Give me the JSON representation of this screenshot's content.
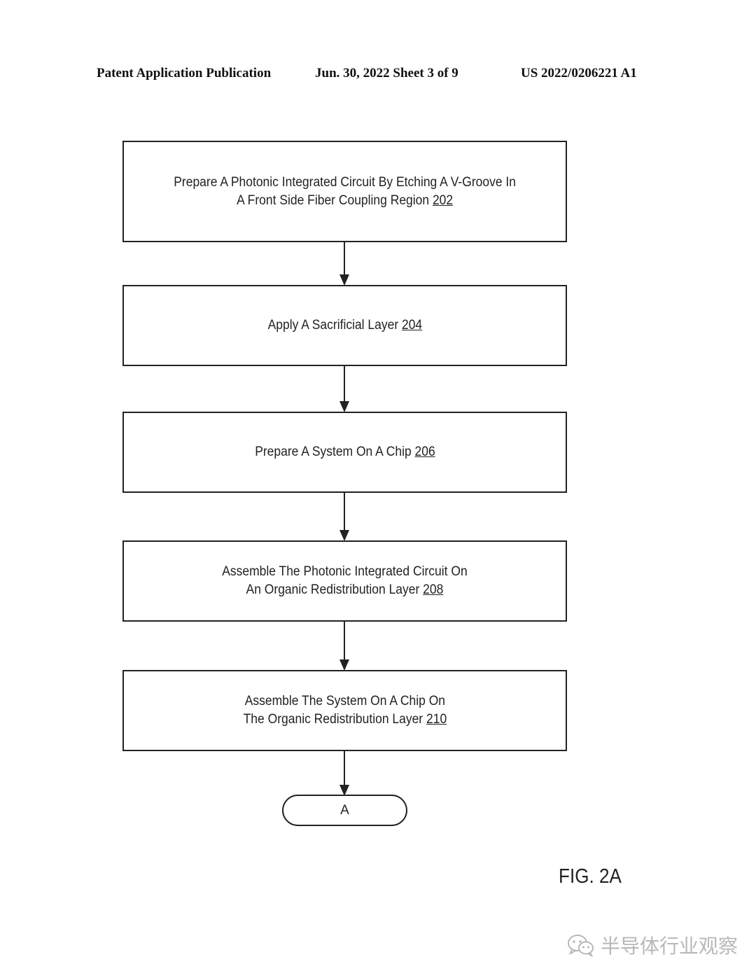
{
  "header": {
    "left": "Patent Application Publication",
    "middle": "Jun. 30, 2022  Sheet 3 of 9",
    "right": "US 2022/0206221 A1"
  },
  "steps": [
    {
      "lines": [
        "Prepare A Photonic Integrated Circuit By Etching A V-Groove In",
        "A Front Side Fiber Coupling Region"
      ],
      "ref": "202"
    },
    {
      "lines": [
        "Apply A Sacrificial Layer"
      ],
      "ref": "204"
    },
    {
      "lines": [
        "Prepare A System On A Chip"
      ],
      "ref": "206"
    },
    {
      "lines": [
        "Assemble The Photonic Integrated Circuit On",
        "An Organic Redistribution Layer"
      ],
      "ref": "208"
    },
    {
      "lines": [
        "Assemble The System On A Chip On",
        "The Organic Redistribution Layer"
      ],
      "ref": "210"
    }
  ],
  "terminator": "A",
  "figure_label": "FIG. 2A",
  "watermark": {
    "text": "半导体行业观察",
    "icon": "wechat-icon"
  }
}
